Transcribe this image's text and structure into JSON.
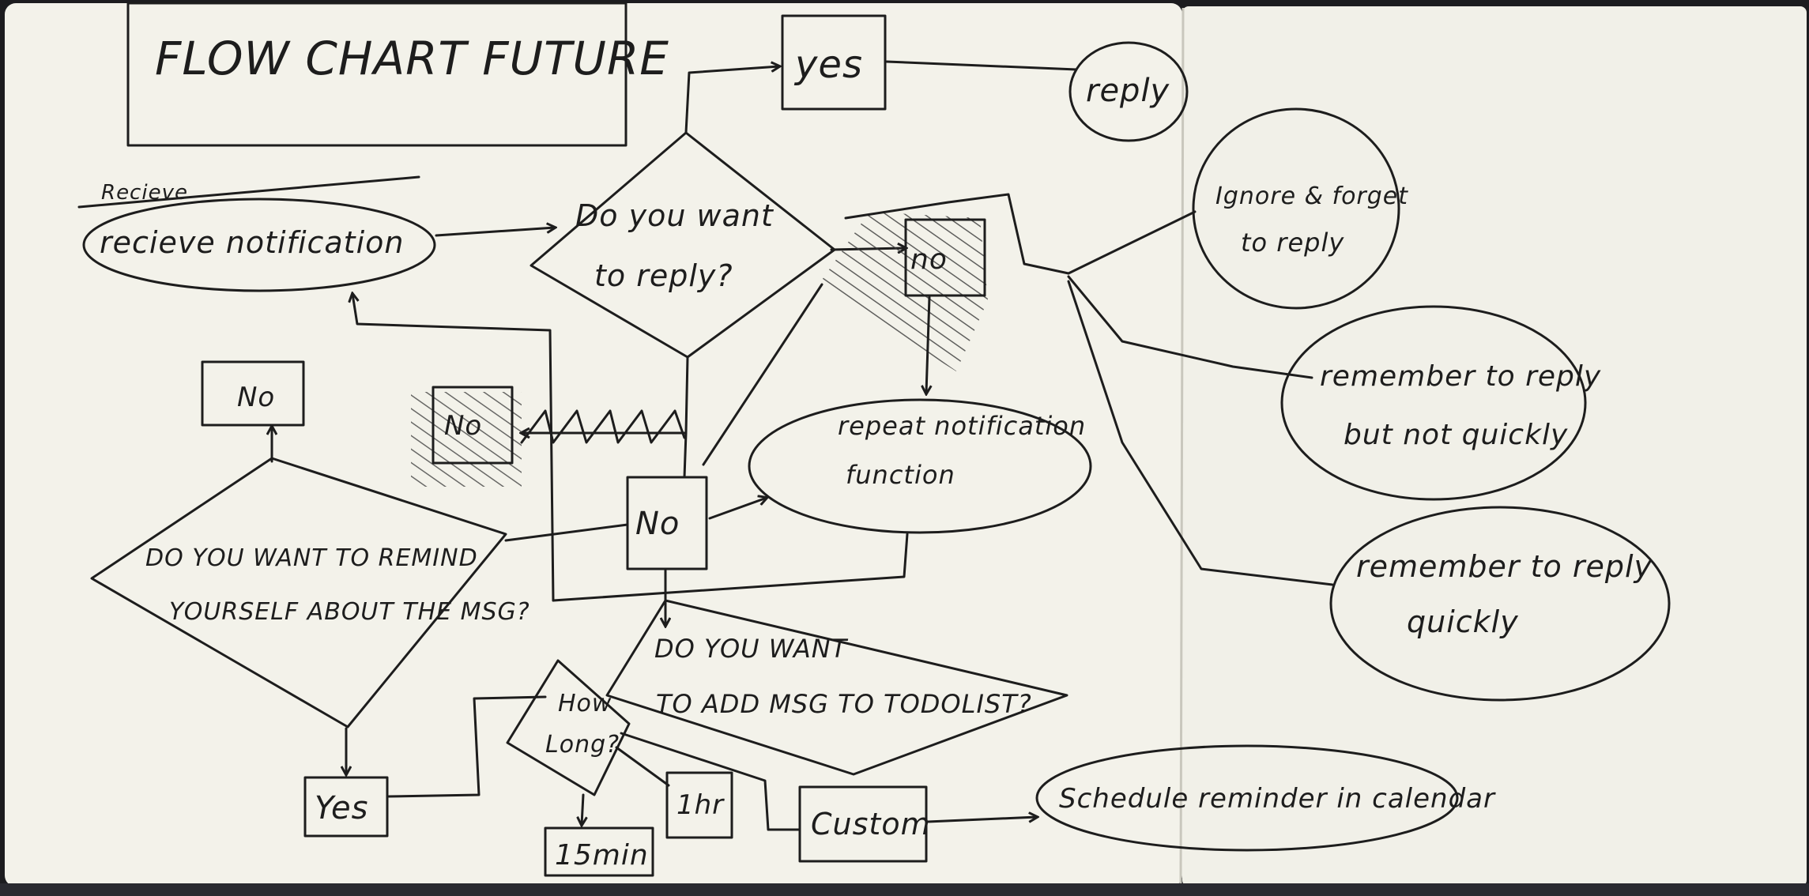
{
  "title": "FLOW CHART FUTURE",
  "struck_text": "Recieve",
  "nodes": {
    "receive": "recieve notification",
    "reply_q": [
      "Do you want",
      "to reply?"
    ],
    "yes_top": "yes",
    "reply": "reply",
    "no_right": "no",
    "no_small": "No",
    "no_struck": "No",
    "no_mid": "No",
    "repeat": [
      "repeat notification",
      "function"
    ],
    "remind_q": [
      "DO YOU WANT TO REMIND",
      "YOURSELF ABOUT THE MSG?"
    ],
    "todo_q": [
      "DO YOU WANT",
      "TO ADD MSG TO TODOLIST?"
    ],
    "how_long": [
      "How",
      "Long?"
    ],
    "yes_bottom": "Yes",
    "fifteen": "15min",
    "one_hr": "1hr",
    "custom": "Custom",
    "schedule": "Schedule reminder in calendar",
    "ignore": [
      "Ignore & forget",
      "to reply"
    ],
    "remember_not": [
      "remember to reply",
      "but not quickly"
    ],
    "remember_quick": [
      "remember to reply",
      "quickly"
    ]
  },
  "colors": {
    "paper": "#f3f2ea",
    "ink": "#1d1d1d",
    "cover": "#1c1c1f"
  }
}
